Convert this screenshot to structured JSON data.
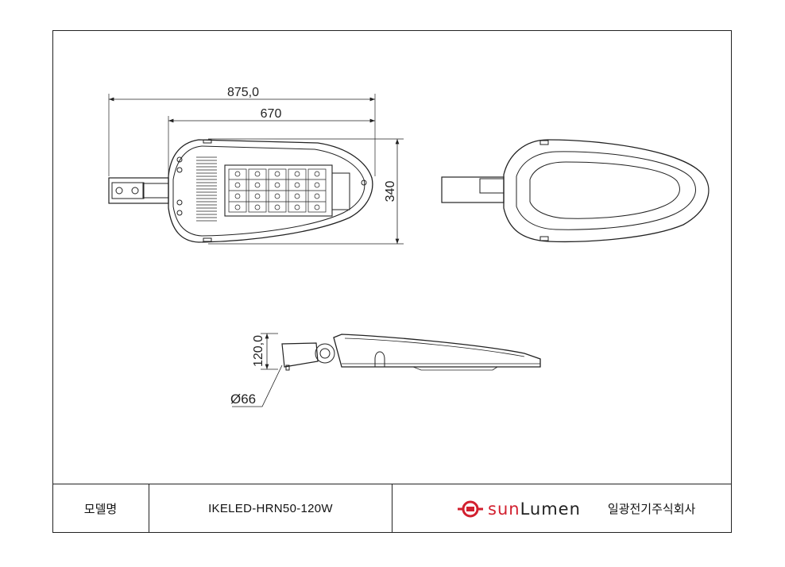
{
  "dimensions": {
    "overall_length": "875,0",
    "body_length": "670",
    "width": "340",
    "height": "120,0",
    "pipe_diameter": "Ø66"
  },
  "title_block": {
    "model_label": "모델명",
    "model_value": "IKELED-HRN50-120W",
    "brand_red": "sun",
    "brand_dark": "Lumen",
    "company": "일광전기주식회사"
  },
  "colors": {
    "line": "#222222",
    "brand_red": "#d2202f"
  }
}
